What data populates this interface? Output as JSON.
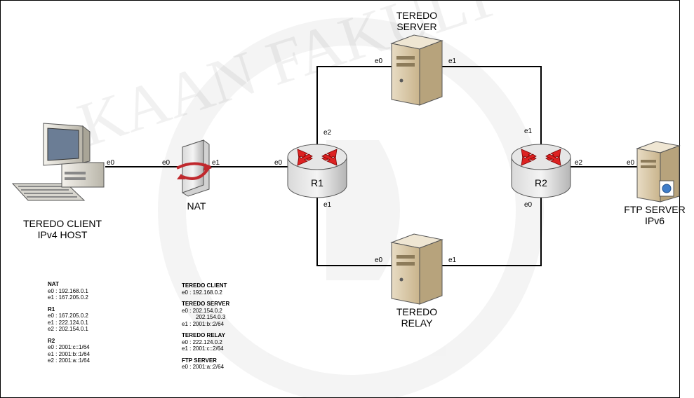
{
  "devices": {
    "teredo_client": {
      "line1": "TEREDO CLIENT",
      "line2": "IPv4 HOST"
    },
    "nat": {
      "label": "NAT"
    },
    "r1": {
      "label": "R1"
    },
    "r2": {
      "label": "R2"
    },
    "teredo_server": {
      "line1": "TEREDO",
      "line2": "SERVER"
    },
    "teredo_relay": {
      "line1": "TEREDO",
      "line2": "RELAY"
    },
    "ftp_server": {
      "line1": "FTP SERVER",
      "line2": "IPv6"
    }
  },
  "ports": {
    "client_e0": "e0",
    "nat_e0": "e0",
    "nat_e1": "e1",
    "r1_e0": "e0",
    "r1_e2": "e2",
    "r1_e1": "e1",
    "server_e0": "e0",
    "server_e1": "e1",
    "relay_e0": "e0",
    "relay_e1": "e1",
    "r2_e1": "e1",
    "r2_e2": "e2",
    "r2_e0": "e0",
    "ftp_e0": "e0"
  },
  "legend_left": {
    "nat_title": "NAT",
    "nat_e0": "e0 : 192.168.0.1",
    "nat_e1": "e1 : 167.205.0.2",
    "r1_title": "R1",
    "r1_e0": "e0 : 167.205.0.2",
    "r1_e1": "e1 : 222.124.0.1",
    "r1_e2": "e2 : 202.154.0.1",
    "r2_title": "R2",
    "r2_e0": "e0 : 2001:c::1/64",
    "r2_e1": "e1 : 2001:b::1/64",
    "r2_e2": "e2 : 2001:a::1/64"
  },
  "legend_right": {
    "client_title": "TEREDO CLIENT",
    "client_e0": "e0 : 192.168.0.2",
    "server_title": "TEREDO SERVER",
    "server_e0": "e0 : 202.154.0.2",
    "server_e0b": "202.154.0.3",
    "server_e1": "e1 : 2001:b::2/64",
    "relay_title": "TEREDO RELAY",
    "relay_e0": "e0 : 222.124.0.2",
    "relay_e1": "e1 : 2001:c::2/64",
    "ftp_title": "FTP SERVER",
    "ftp_e0": "e0 : 2001:a::2/64"
  },
  "watermark": "KAAN FAKULT"
}
